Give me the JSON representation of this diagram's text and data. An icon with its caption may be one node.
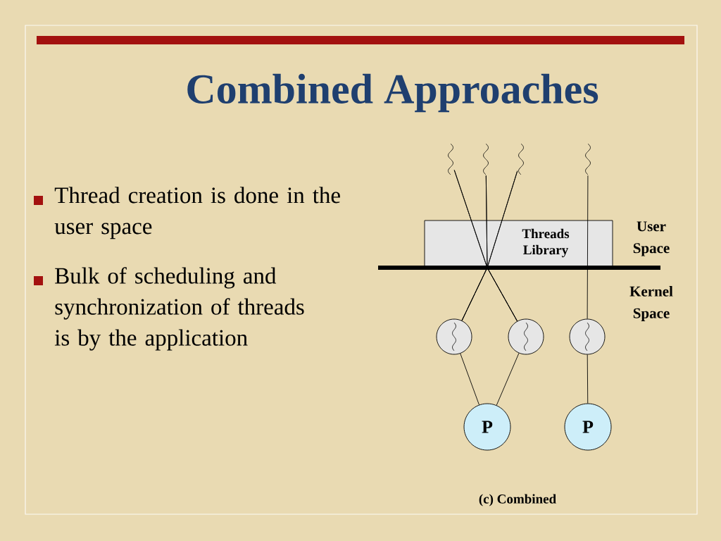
{
  "diagram": {
    "title": "Combined Approaches",
    "caption": "(c) Combined",
    "nodes": [
      {
        "text": [],
        "shape": "squiggle"
      },
      {
        "text": [],
        "shape": "squiggle"
      },
      {
        "text": [],
        "shape": "squiggle"
      },
      {
        "text": [],
        "shape": "squiggle"
      },
      {
        "text": [],
        "shape": "circle"
      },
      {
        "text": [],
        "shape": "circle"
      },
      {
        "text": [],
        "shape": "circle"
      },
      {
        "text": [
          "P"
        ]
      },
      {
        "text": [
          "P"
        ]
      }
    ],
    "edges": [
      {
        "from": 0,
        "to": 4,
        "arrow": "none"
      },
      {
        "from": 0,
        "to": 5,
        "arrow": "none"
      },
      {
        "from": 1,
        "to": 4,
        "arrow": "none"
      },
      {
        "from": 1,
        "to": 5,
        "arrow": "none"
      },
      {
        "from": 2,
        "to": 4,
        "arrow": "none"
      },
      {
        "from": 2,
        "to": 5,
        "arrow": "none"
      },
      {
        "from": 3,
        "to": 6,
        "arrow": "none"
      },
      {
        "from": 4,
        "to": 7,
        "arrow": "none"
      },
      {
        "from": 5,
        "to": 7,
        "arrow": "none"
      },
      {
        "from": 6,
        "to": 8,
        "arrow": "none"
      }
    ],
    "labels": [
      "Thread creation is done in the user space",
      "Bulk of scheduling and synchronization of threads is by the application",
      "Threads Library",
      "User Space",
      "Kernel Space"
    ]
  }
}
